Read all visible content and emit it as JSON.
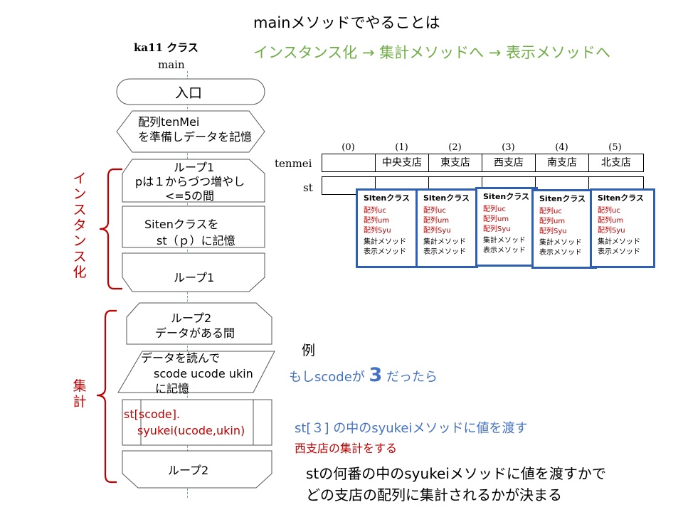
{
  "heading": {
    "line1": "mainメソッドでやることは",
    "line2": "インスタンス化 → 集計メソッドへ → 表示メソッドへ"
  },
  "flow": {
    "class_label": "ka11 クラス",
    "method_label": "main",
    "start": "入口",
    "prep_line1": "配列tenMei",
    "prep_line2": "を準備しデータを記憶",
    "loop1_line1": "ループ1",
    "loop1_line2": "pは１からづつ増やし",
    "loop1_line3": "<=5の間",
    "siten_line1": "Sitenクラスを",
    "siten_line2": "st（ｐ）に記憶",
    "loop1_end": "ループ1",
    "loop2_line1": "ループ2",
    "loop2_line2": "データがある間",
    "read_line1": "データを読んで",
    "read_line2": "scode ucode ukin",
    "read_line3": "に記憶",
    "call_line1": "st[scode].",
    "call_line2": "syukei(ucode,ukin)",
    "loop2_end": "ループ2"
  },
  "braces": {
    "instance_label": [
      "イ",
      "ン",
      "ス",
      "タ",
      "ン",
      "ス",
      "化"
    ],
    "aggregate_label": [
      "集",
      "計"
    ]
  },
  "table": {
    "indices": [
      "(0)",
      "(1)",
      "(2)",
      "(3)",
      "(4)",
      "(5)"
    ],
    "row1_label": "tenmei",
    "row2_label": "st",
    "shops": [
      "",
      "中央支店",
      "東支店",
      "西支店",
      "南支店",
      "北支店"
    ]
  },
  "siten_box": {
    "title": "Sitenクラス",
    "fields": [
      "配列uc",
      "配列um",
      "配列Syu"
    ],
    "methods": [
      "集計メソッド",
      "表示メソッド"
    ]
  },
  "example": {
    "label": "例",
    "line_pre": "もしscodeが ",
    "value": "3",
    "line_post": " だったら",
    "pass_text": "st[３] の中のsyukeiメソッドに値を渡す",
    "result_text": "西支店の集計をする",
    "conclusion1": "stの何番の中のsyukeiメソッドに値を渡すかで",
    "conclusion2": "どの支店の配列に集計されるかが決まる"
  },
  "colors": {
    "accent_green": "#70ad47",
    "accent_red": "#c00000",
    "accent_blue": "#4472c4",
    "box_border_blue": "#2e5fb3"
  }
}
